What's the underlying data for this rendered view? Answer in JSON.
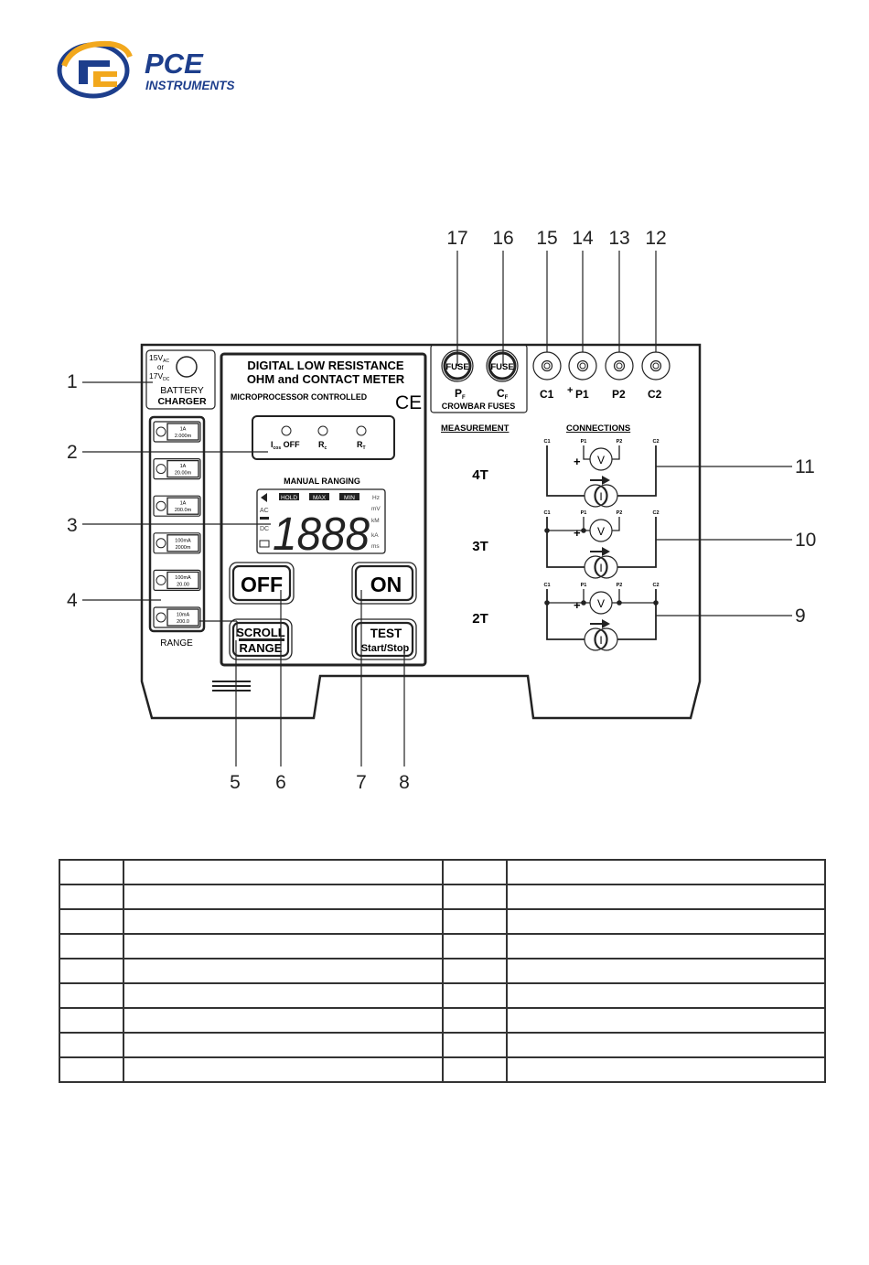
{
  "logo": {
    "brand": "PCE",
    "sub": "INSTRUMENTS",
    "colors": {
      "blue": "#1d3e8c",
      "orange": "#f2a81d"
    }
  },
  "device": {
    "title_line1": "DIGITAL LOW RESISTANCE",
    "title_line2": "OHM and CONTACT METER",
    "subtitle": "MICROPROCESSOR CONTROLLED",
    "ce_mark": "CE",
    "charger": {
      "v1": "15V",
      "v1_sub": "AC",
      "or": "or",
      "v2": "17V",
      "v2_sub": "DC",
      "label1": "BATTERY",
      "label2": "CHARGER"
    },
    "leds": [
      {
        "main": "I",
        "sub": "cos",
        "suffix": " OFF"
      },
      {
        "main": "R",
        "sub": "c",
        "suffix": ""
      },
      {
        "main": "R",
        "sub": "T",
        "suffix": ""
      }
    ],
    "ranging_label": "MANUAL RANGING",
    "lcd": {
      "digits": "1888",
      "badges": [
        "HOLD",
        "MAX",
        "MIN"
      ],
      "left": [
        "AC",
        "DC"
      ],
      "units": [
        "Hz",
        "mV",
        "kM",
        "kA",
        "ms"
      ]
    },
    "ranges": [
      {
        "current": "1A",
        "value": "2.000m"
      },
      {
        "current": "1A",
        "value": "20.00m"
      },
      {
        "current": "1A",
        "value": "200.0m"
      },
      {
        "current": "100mA",
        "value": "2000m"
      },
      {
        "current": "100mA",
        "value": "20.00"
      },
      {
        "current": "10mA",
        "value": "200.0"
      }
    ],
    "range_label": "RANGE",
    "buttons": {
      "off": "OFF",
      "on": "ON",
      "scroll": "SCROLL",
      "range": "RANGE",
      "test": "TEST",
      "start_stop": "Start/Stop"
    },
    "fuses": {
      "fuse_label": "FUSE",
      "pf": "P",
      "pf_sub": "F",
      "cf": "C",
      "cf_sub": "F",
      "group_label": "CROWBAR FUSES"
    },
    "terminals": [
      "C1",
      "P1",
      "P2",
      "C2"
    ],
    "terminal_plus": "+",
    "measurement_header": "MEASUREMENT",
    "connections_header": "CONNECTIONS",
    "modes": [
      "4T",
      "3T",
      "2T"
    ],
    "circuit_labels": {
      "c1": "C1",
      "p1": "P1",
      "p2": "P2",
      "c2": "C2",
      "v": "V",
      "i": "I",
      "plus": "+"
    }
  },
  "callouts": {
    "left": [
      "1",
      "2",
      "3",
      "4"
    ],
    "bottom": [
      "5",
      "6",
      "7",
      "8"
    ],
    "right": [
      "11",
      "10",
      "9"
    ],
    "top": [
      "17",
      "16",
      "15",
      "14",
      "13",
      "12"
    ]
  },
  "table": {
    "rows": 9,
    "cols": 4
  }
}
